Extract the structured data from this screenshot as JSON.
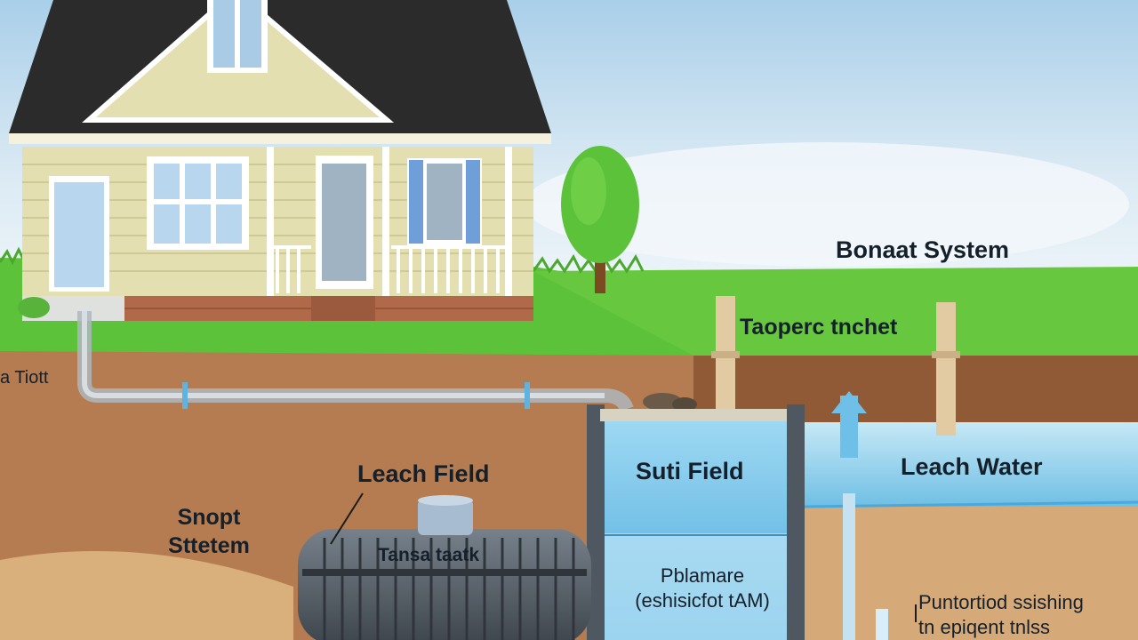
{
  "labels": {
    "system": "Bonaat System",
    "inlet": "Taoperc tnchet",
    "left_edge": "a Tiott",
    "leach_field": "Leach Field",
    "septic_line1": "Snopt",
    "septic_line2": "Sttetem",
    "tank_label": "Tansa taatk",
    "soil_field": "Suti Field",
    "leach_water": "Leach Water",
    "chamber_line1": "Pblamare",
    "chamber_line2": "(eshisicfot tAM)",
    "bottom_line1": "Puntortiod ssishing",
    "bottom_line2": "tn epiqent tnlss"
  },
  "colors": {
    "sky": "#d6e8f4",
    "grass": "#5cc23a",
    "soil": "#b27a4f",
    "sand": "#d9b07c",
    "water": "#9fd4ee",
    "siding": "#e4dfb0",
    "roof": "#2b2b2b",
    "tank": "#5c6670"
  }
}
